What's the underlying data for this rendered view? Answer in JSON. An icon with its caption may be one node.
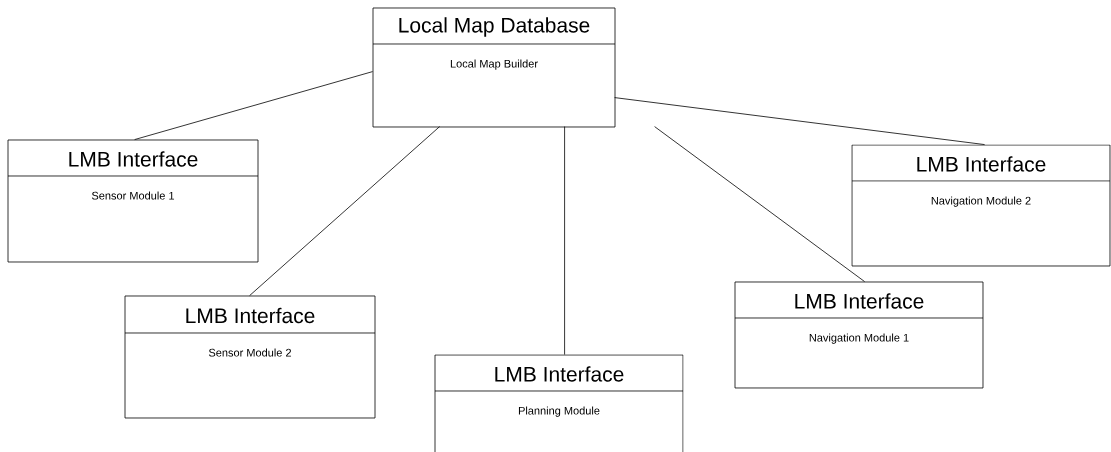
{
  "diagram": {
    "nodes": [
      {
        "text": [
          "Local Map Database",
          "Local Map Builder"
        ]
      },
      {
        "text": [
          "LMB Interface",
          "Sensor Module 1"
        ]
      },
      {
        "text": [
          "LMB Interface",
          "Sensor Module 2"
        ]
      },
      {
        "text": [
          "LMB Interface",
          "Planning Module"
        ]
      },
      {
        "text": [
          "LMB Interface",
          "Navigation Module 1"
        ]
      },
      {
        "text": [
          "LMB Interface",
          "Navigation Module 2"
        ]
      }
    ],
    "edges": [
      {
        "from": 0,
        "to": 1,
        "arrow": "none"
      },
      {
        "from": 0,
        "to": 2,
        "arrow": "none"
      },
      {
        "from": 0,
        "to": 3,
        "arrow": "none"
      },
      {
        "from": 0,
        "to": 4,
        "arrow": "none"
      },
      {
        "from": 0,
        "to": 5,
        "arrow": "none"
      }
    ]
  }
}
